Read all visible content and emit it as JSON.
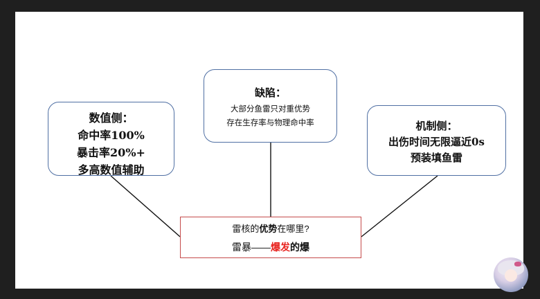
{
  "diagram": {
    "left_box": {
      "title": "数值侧：",
      "lines": [
        "命中率100%",
        "暴击率20%+",
        "多高数值辅助"
      ]
    },
    "middle_box": {
      "title": "缺陷：",
      "lines": [
        "大部分鱼雷只对重优势",
        "存在生存率与物理命中率"
      ]
    },
    "right_box": {
      "title": "机制侧：",
      "lines": [
        "出伤时间无限逼近0s",
        "预装填鱼雷"
      ]
    },
    "center_box": {
      "question_pre": "雷核的",
      "question_bold": "优势",
      "question_post": "在哪里?",
      "answer_pre": "雷暴——",
      "answer_red": "爆发",
      "answer_mid": "的",
      "answer_bold": "爆"
    }
  },
  "colors": {
    "bubble_border": "#4f6fa3",
    "center_border": "#c54a4a",
    "highlight": "#e8231e"
  },
  "icons": {
    "corner": "anime-avatar-icon"
  }
}
